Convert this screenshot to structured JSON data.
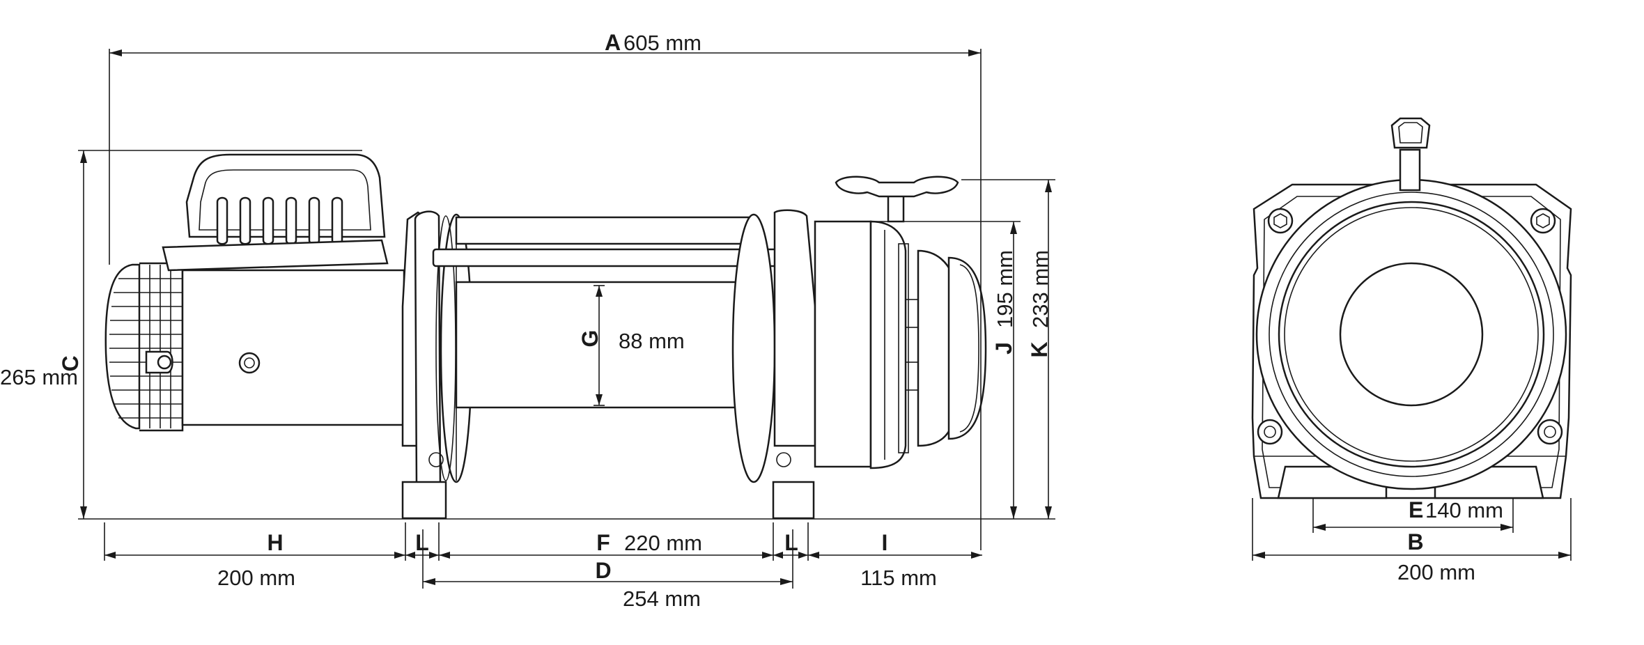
{
  "colors": {
    "line": "#1a1a1a",
    "background": "#ffffff"
  },
  "dimensions": [
    {
      "key": "A",
      "letter": "A",
      "value": "605 mm"
    },
    {
      "key": "C",
      "letter": "C",
      "value": "265 mm"
    },
    {
      "key": "G",
      "letter": "G",
      "value": "88 mm"
    },
    {
      "key": "J",
      "letter": "J",
      "value": "195 mm"
    },
    {
      "key": "K",
      "letter": "K",
      "value": "233 mm"
    },
    {
      "key": "H",
      "letter": "H",
      "value": "200 mm"
    },
    {
      "key": "L1",
      "letter": "L",
      "value": ""
    },
    {
      "key": "F",
      "letter": "F",
      "value": "220 mm"
    },
    {
      "key": "L2",
      "letter": "L",
      "value": ""
    },
    {
      "key": "I",
      "letter": "I",
      "value": "115 mm"
    },
    {
      "key": "D",
      "letter": "D",
      "value": "254 mm"
    },
    {
      "key": "E",
      "letter": "E",
      "value": "140 mm"
    },
    {
      "key": "B",
      "letter": "B",
      "value": "200 mm"
    }
  ],
  "labels": {
    "A": {
      "letter": "A",
      "value": "605 mm"
    },
    "C": {
      "letter": "C",
      "value": "265 mm"
    },
    "G": {
      "letter": "G",
      "value": "88 mm"
    },
    "J": {
      "letter": "J",
      "value": "195 mm"
    },
    "K": {
      "letter": "K",
      "value": "233 mm"
    },
    "H": {
      "letter": "H",
      "value": "200 mm"
    },
    "L1": {
      "letter": "L"
    },
    "F": {
      "letter": "F",
      "value": "220 mm"
    },
    "L2": {
      "letter": "L"
    },
    "I": {
      "letter": "I",
      "value": "115 mm"
    },
    "D": {
      "letter": "D",
      "value": "254 mm"
    },
    "E": {
      "letter": "E",
      "value": "140 mm"
    },
    "B": {
      "letter": "B",
      "value": "200 mm"
    }
  },
  "views": [
    {
      "name": "side-view",
      "object": "winch"
    },
    {
      "name": "front-view",
      "object": "winch"
    }
  ]
}
